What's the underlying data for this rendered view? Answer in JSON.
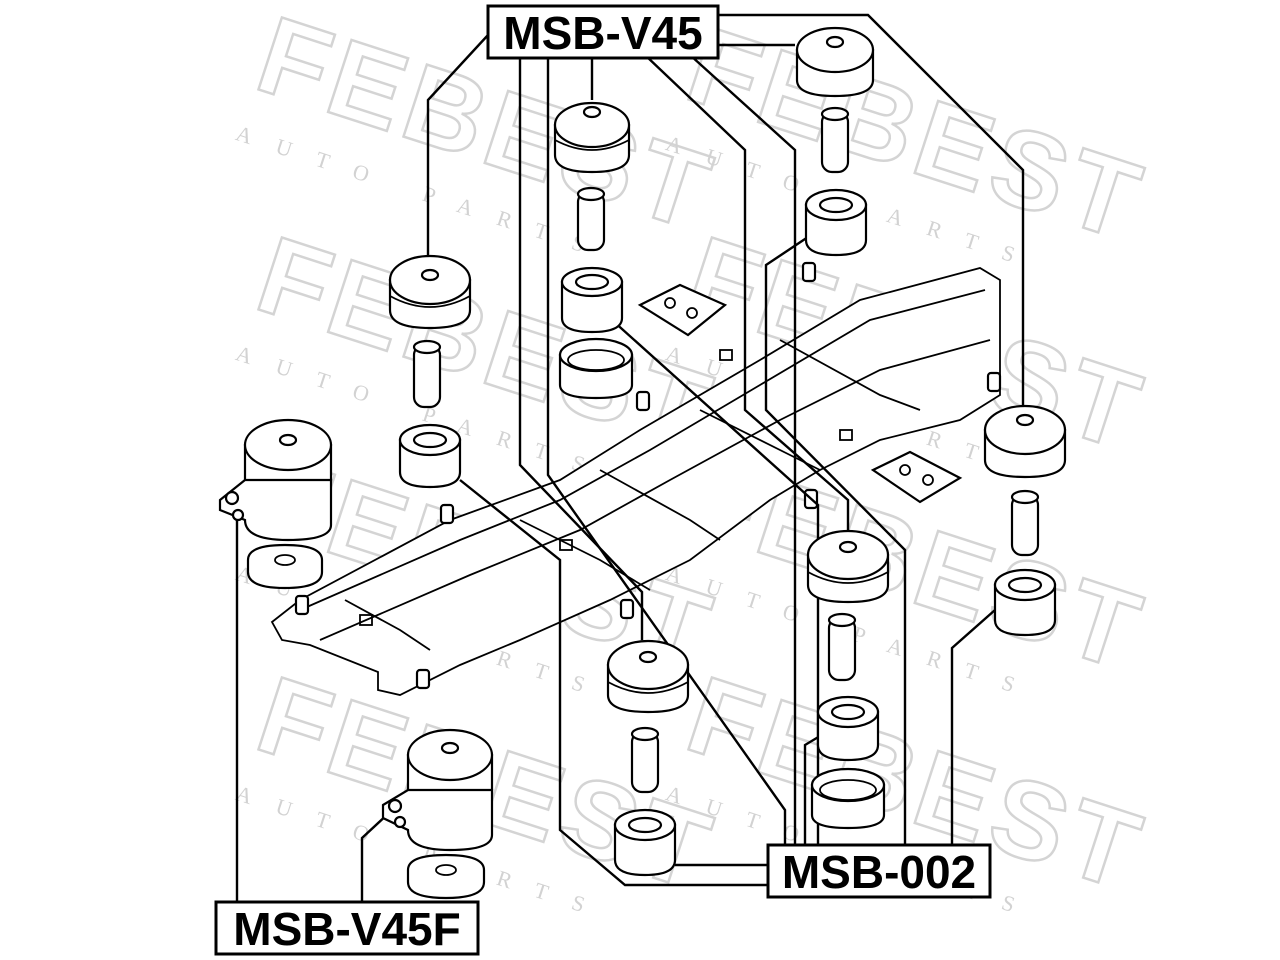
{
  "watermark": {
    "brand": "FEBEST",
    "sub": "AUTO PARTS"
  },
  "labels": {
    "top": "MSB-V45",
    "bottom_right": "MSB-002",
    "bottom_left": "MSB-V45F"
  }
}
